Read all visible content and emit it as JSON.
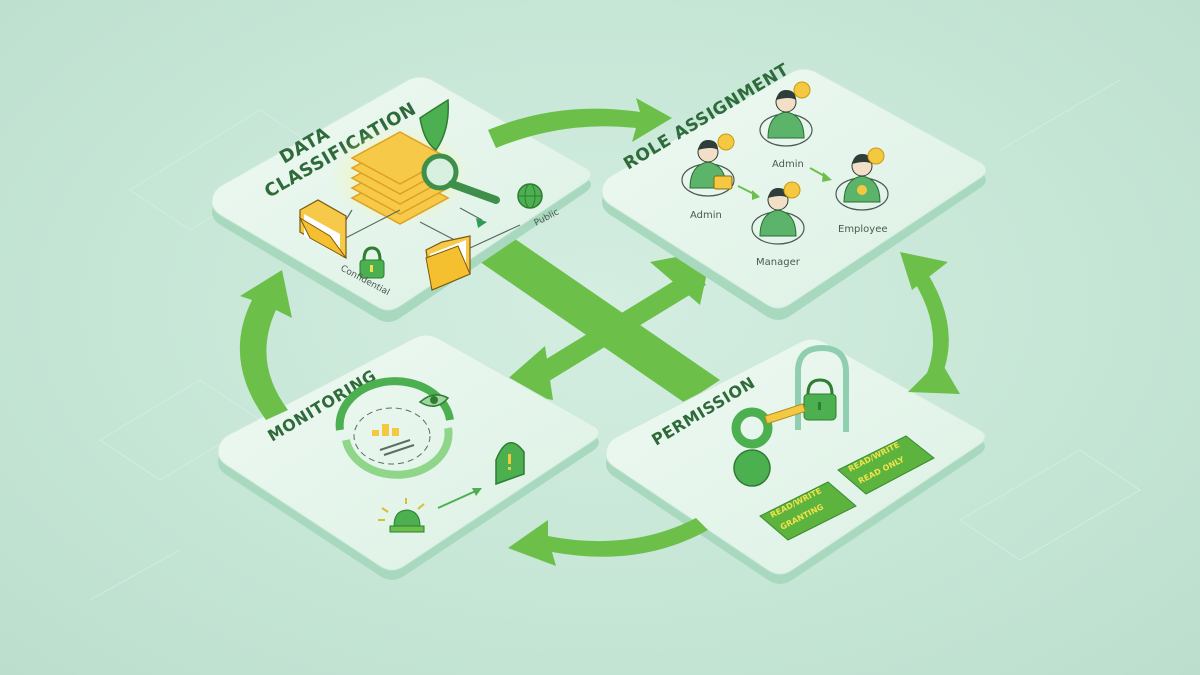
{
  "diagram": {
    "type": "cycle",
    "colors": {
      "background": "#c6e6d6",
      "tile_top": "#e6f6ec",
      "tile_side": "#a8d9bf",
      "arrow": "#6cc04a",
      "title_text": "#2f6b3a",
      "accent_yellow": "#f5c842",
      "badge_bg": "#5cb33e",
      "badge_text": "#f2e24a"
    },
    "tiles": [
      {
        "id": "data-classification",
        "title_line1": "DATA",
        "title_line2": "CLASSIFICATION",
        "icons": [
          "document-stack-icon",
          "shield-icon",
          "magnifier-icon",
          "folder-icon",
          "folder-icon",
          "lock-icon",
          "globe-icon"
        ],
        "labels": {
          "confidential": "Confidential",
          "public": "Public"
        }
      },
      {
        "id": "role-assignment",
        "title": "ROLE ASSIGNMENT",
        "roles": [
          {
            "label": "Admin",
            "icon": "admin-user-icon"
          },
          {
            "label": "Admin",
            "icon": "user-icon"
          },
          {
            "label": "Manager",
            "icon": "user-icon"
          },
          {
            "label": "Employee",
            "icon": "user-icon"
          }
        ]
      },
      {
        "id": "permission",
        "title": "PERMISSION",
        "icons": [
          "key-icon",
          "padlock-icon",
          "gate-icon"
        ],
        "badges": [
          {
            "line1": "READ/WRITE",
            "line2": "GRANTING"
          },
          {
            "line1": "READ/WRITE",
            "line2": "READ ONLY"
          }
        ]
      },
      {
        "id": "monitoring",
        "title": "MONITORING",
        "icons": [
          "cycle-dashboard-icon",
          "eye-icon",
          "warning-icon",
          "siren-icon"
        ]
      }
    ],
    "flow": [
      {
        "from": "data-classification",
        "to": "role-assignment"
      },
      {
        "from": "role-assignment",
        "to": "permission"
      },
      {
        "from": "permission",
        "to": "monitoring"
      },
      {
        "from": "monitoring",
        "to": "data-classification"
      },
      {
        "from": "data-classification",
        "to": "permission",
        "style": "cross"
      },
      {
        "from": "permission",
        "to": "monitoring",
        "style": "cross"
      }
    ]
  }
}
